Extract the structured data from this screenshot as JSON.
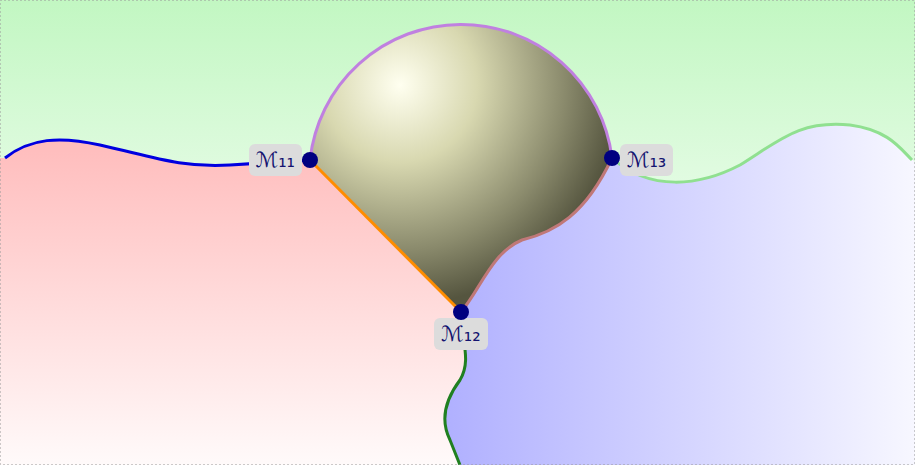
{
  "diagram": {
    "nodes": [
      {
        "text": [
          "ℳ₁₁"
        ]
      },
      {
        "text": [
          "ℳ₁₂"
        ]
      },
      {
        "text": [
          "ℳ₁₃"
        ]
      }
    ]
  }
}
